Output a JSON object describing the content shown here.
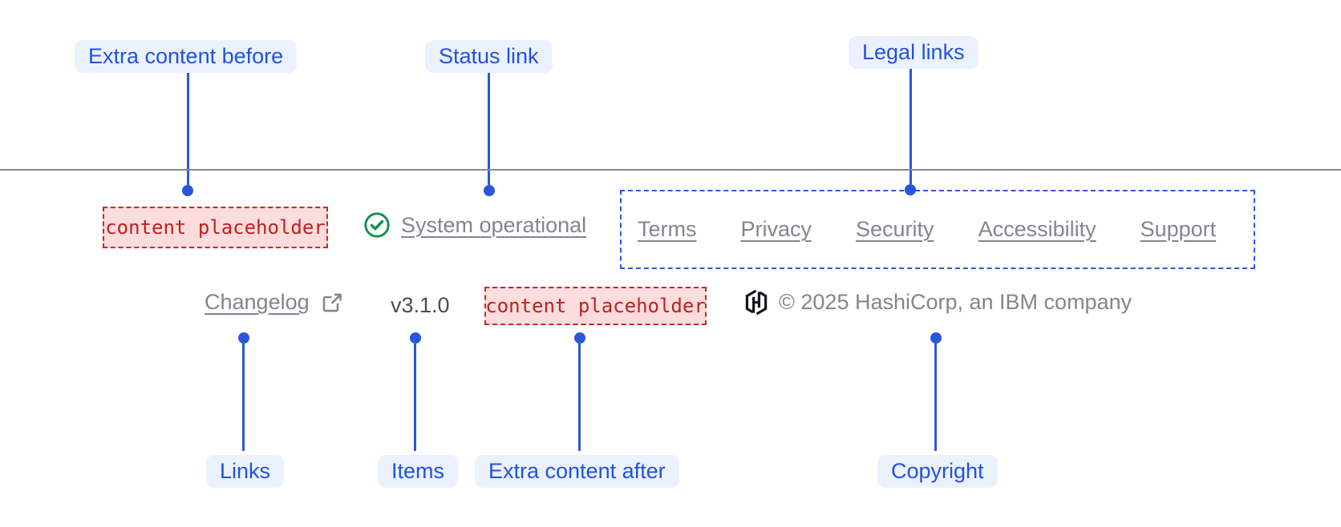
{
  "annotations": {
    "extra_content_before": "Extra content before",
    "status_link": "Status link",
    "legal_links": "Legal links",
    "links": "Links",
    "items": "Items",
    "extra_content_after": "Extra content after",
    "copyright": "Copyright"
  },
  "footer": {
    "extra_content_before_placeholder": "content placeholder",
    "status": {
      "icon": "check-circle-icon",
      "label": "System operational"
    },
    "legal_links": [
      "Terms",
      "Privacy",
      "Security",
      "Accessibility",
      "Support"
    ],
    "links": [
      {
        "label": "Changelog",
        "icon": "external-link-icon"
      }
    ],
    "version": "v3.1.0",
    "extra_content_after_placeholder": "content placeholder",
    "copyright": {
      "logo": "hashicorp-logo",
      "text": "© 2025 HashiCorp, an IBM company"
    }
  },
  "colors": {
    "annotation_blue": "#2352D9",
    "annotation_pill_bg": "#EBF2FE",
    "legal_outline_blue": "#2B57E2",
    "placeholder_border_red": "#C62828",
    "placeholder_bg": "#FCDCDC",
    "placeholder_text_red": "#C01F1F",
    "link_grey": "#87838F",
    "version_grey": "#4D4C55",
    "status_green": "#0A9046",
    "divider_grey": "#8A8794"
  }
}
